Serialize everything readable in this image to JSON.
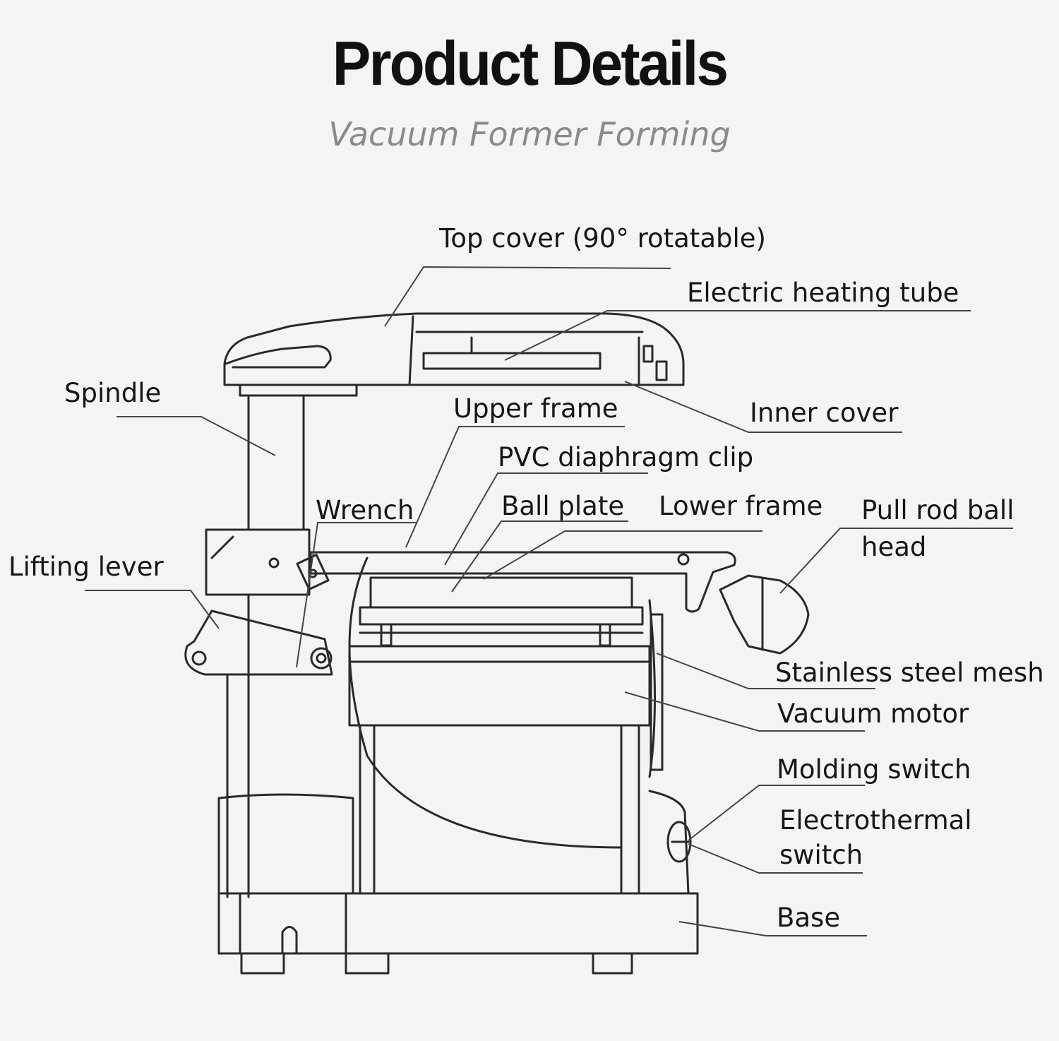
{
  "header": {
    "title": "Product Details",
    "subtitle": "Vacuum Former Forming"
  },
  "labels": {
    "top_cover": "Top cover (90° rotatable)",
    "electric_heating_tube": "Electric heating tube",
    "spindle": "Spindle",
    "upper_frame": "Upper frame",
    "inner_cover": "Inner cover",
    "pvc_diaphragm_clip": "PVC diaphragm clip",
    "wrench": "Wrench",
    "ball_plate": "Ball plate",
    "lower_frame": "Lower frame",
    "pull_rod_ball_head_1": "Pull rod ball",
    "pull_rod_ball_head_2": "head",
    "lifting_lever": "Lifting lever",
    "stainless_steel_mesh": "Stainless steel mesh",
    "vacuum_motor": "Vacuum motor",
    "molding_switch": "Molding switch",
    "electrothermal_switch_1": "Electrothermal",
    "electrothermal_switch_2": "switch",
    "base": "Base"
  },
  "colors": {
    "background": "#f4f4f4",
    "line": "#2a2a2a",
    "leader": "#444444"
  }
}
